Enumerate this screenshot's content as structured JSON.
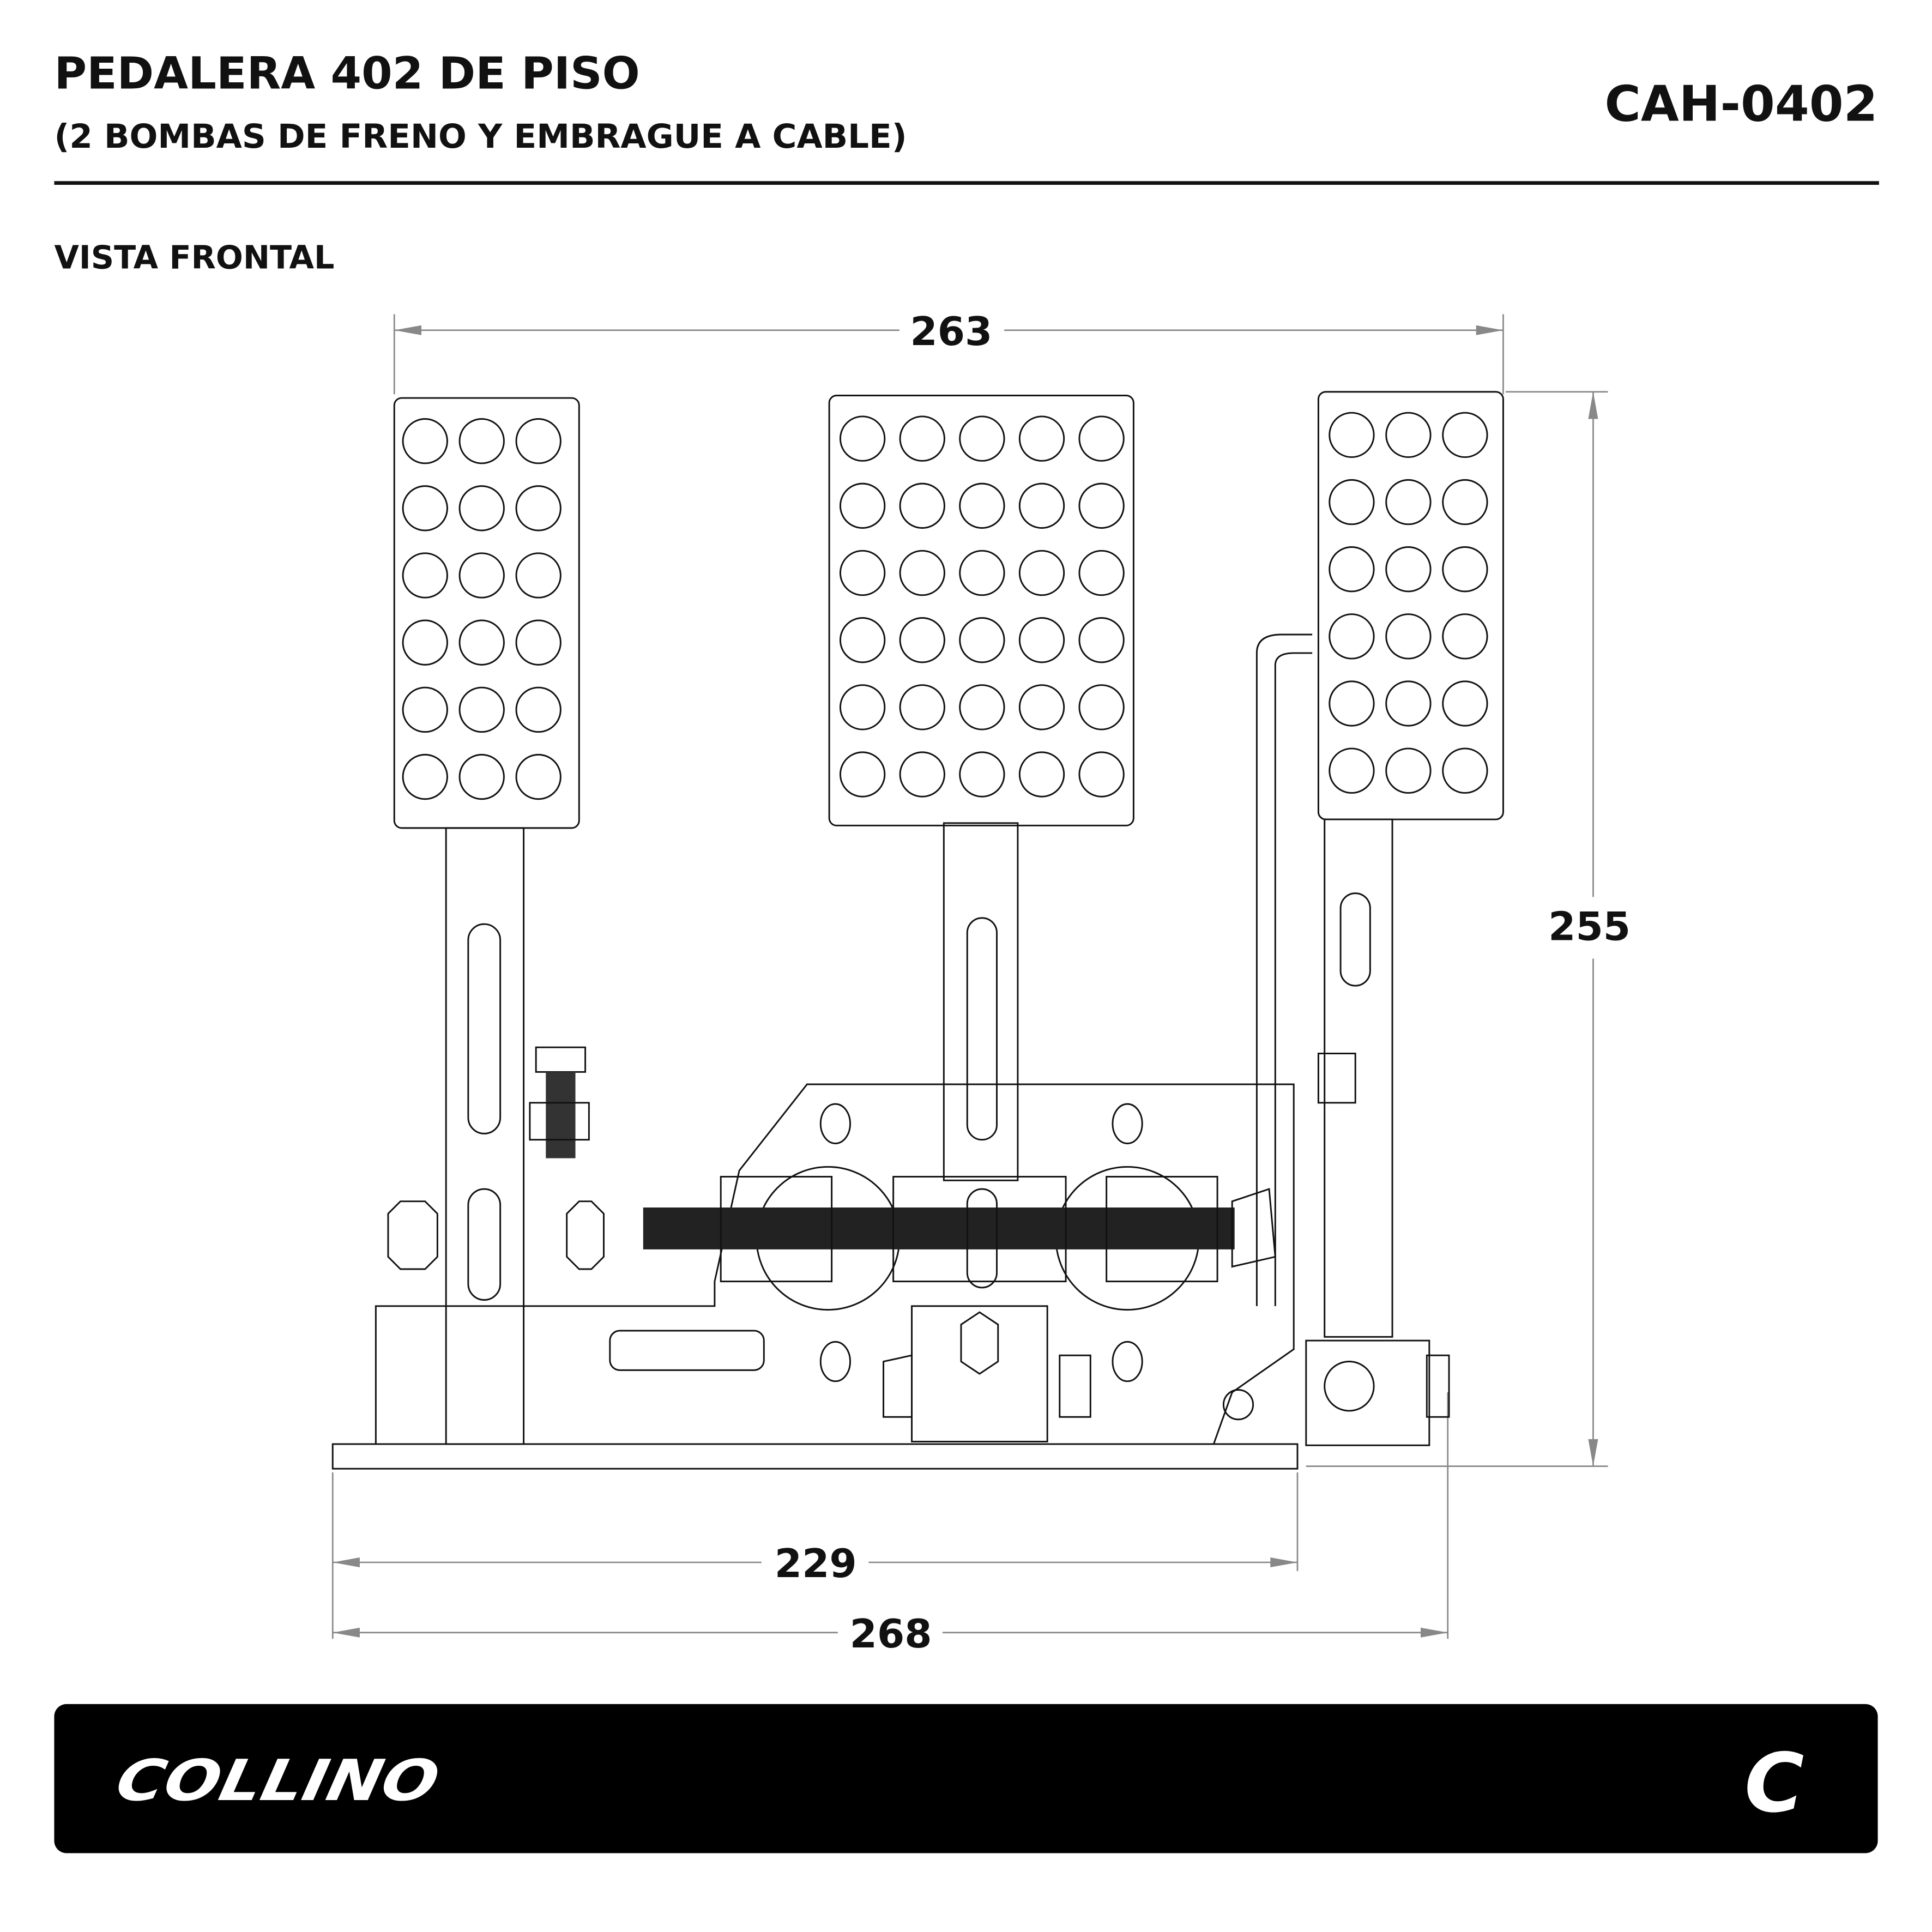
{
  "header": {
    "title": "PEDALERA 402 DE PISO",
    "subtitle": "(2 BOMBAS DE FRENO Y EMBRAGUE A CABLE)",
    "code": "CAH-0402"
  },
  "view_label": "VISTA FRONTAL",
  "dimensions": {
    "top_width": "263",
    "height": "255",
    "base_width": "229",
    "overall_width": "268"
  },
  "footer": {
    "brand": "COLLINO",
    "brand_mark": "C",
    "background": "#000000",
    "text_color": "#ffffff"
  }
}
